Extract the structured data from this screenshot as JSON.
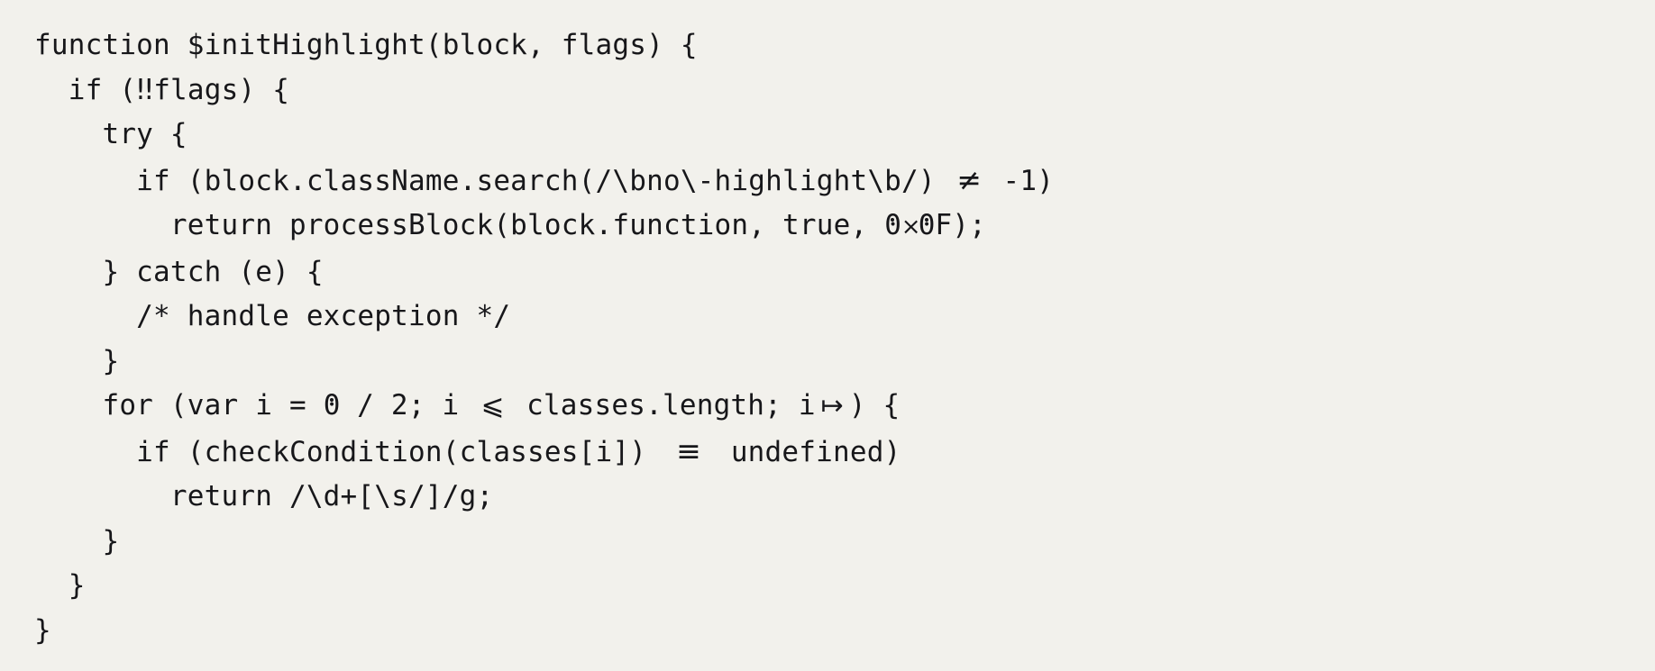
{
  "document": {
    "kind": "code-sample",
    "language": "javascript",
    "background_color": "#f2f1ec",
    "text_color": "#17171a",
    "font_style": "monospace-with-ligatures",
    "code_lines": [
      "function $initHighlight(block, flags) {",
      "  if (!!flags) {",
      "    try {",
      "      if (block.className.search(/\\bno\\-highlight\\b/) != -1)",
      "        return processBlock(block.function, true, 0x0F);",
      "    } catch (e) {",
      "      /* handle exception */",
      "    }",
      "    for (var i = 0 / 2; i <= classes.length; i++) {",
      "      if (checkCondition(classes[i]) === undefined)",
      "        return /\\d+[\\s/]/g;",
      "    }",
      "  }",
      "}"
    ],
    "ligatures": {
      "not_equal": "≠",
      "less_or_equal": "⩽",
      "strict_equal": "≡",
      "increment": "↦",
      "double_bang": "‼",
      "hex_times": "×"
    },
    "tokens": {
      "line1": {
        "keyword": "function",
        "name": "$initHighlight",
        "params": "block, flags",
        "open_brace": "{"
      },
      "line2": {
        "keyword": "if",
        "condition": "flags"
      },
      "line3": {
        "keyword": "try"
      },
      "line4": {
        "keyword": "if",
        "expression": "block.className.search(/\\bno\\-highlight\\b/)",
        "operator": "!=",
        "value": "-1"
      },
      "line5": {
        "keyword": "return",
        "call": "processBlock(block.function, true, 0x0F);"
      },
      "line6": {
        "close_brace": "}",
        "keyword": "catch",
        "param": "(e)",
        "open_brace": "{"
      },
      "line7": {
        "comment": "/* handle exception */"
      },
      "line8": {
        "close_brace": "}"
      },
      "line9": {
        "keyword": "for",
        "init": "var i = 0 / 2;",
        "test": "i <= classes.length;",
        "update": "i++)",
        "open_brace": "{"
      },
      "line10": {
        "keyword": "if",
        "expression": "checkCondition(classes[i])",
        "operator": "===",
        "value": "undefined"
      },
      "line11": {
        "keyword": "return",
        "regex": "/\\d+[\\s/]/g;"
      },
      "line12": {
        "close_brace": "}"
      },
      "line13": {
        "close_brace": "}"
      },
      "line14": {
        "close_brace": "}"
      }
    }
  }
}
